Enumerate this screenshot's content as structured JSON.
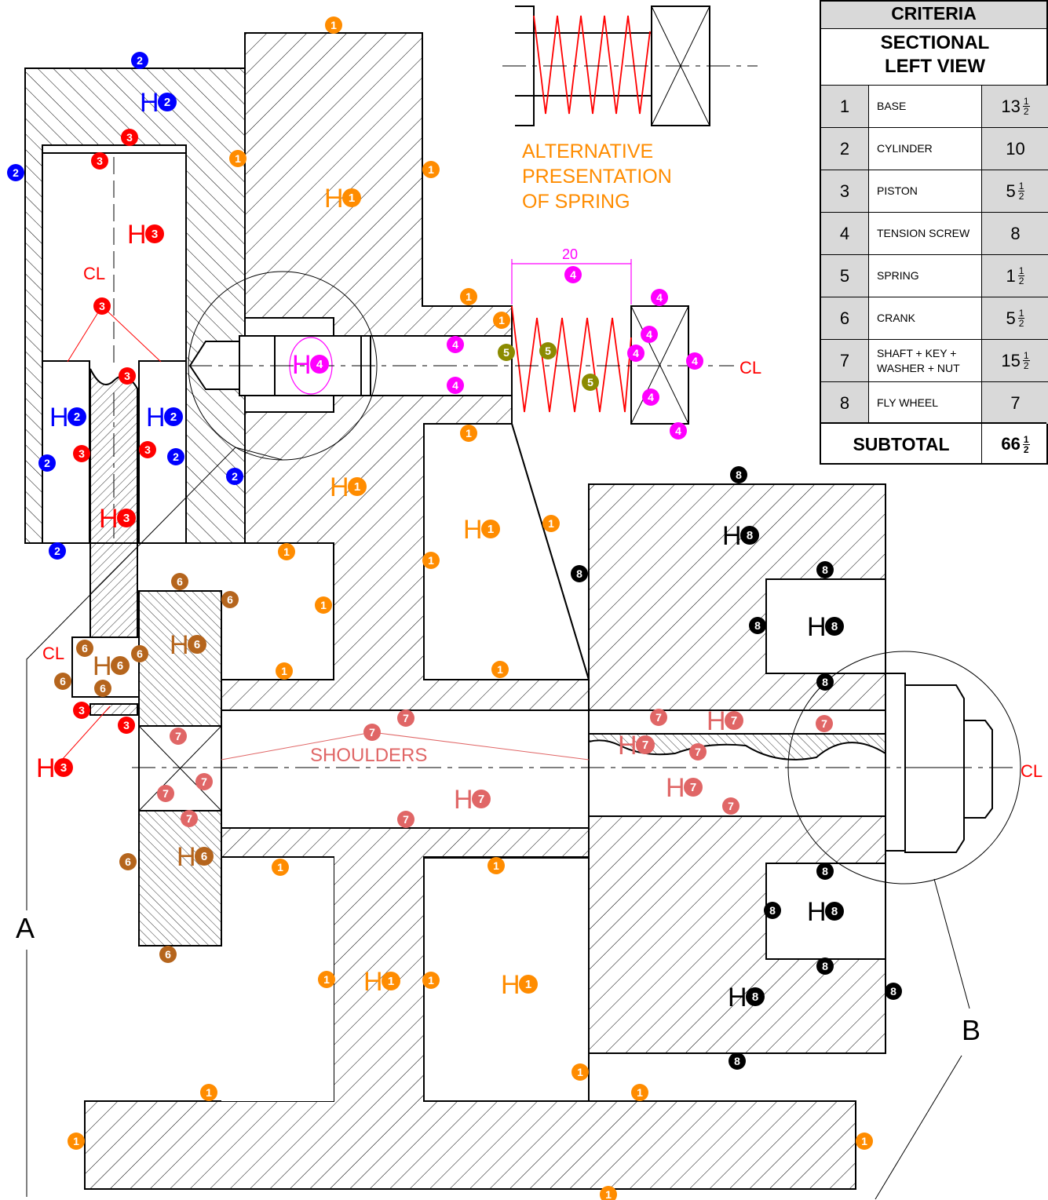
{
  "criteria": {
    "title": "CRITERIA",
    "subtitle": "SECTIONAL LEFT VIEW",
    "rows": [
      {
        "num": "1",
        "name": "BASE",
        "mark": "13",
        "frac_num": "1",
        "frac_den": "2"
      },
      {
        "num": "2",
        "name": "CYLINDER",
        "mark": "10",
        "frac_num": "",
        "frac_den": ""
      },
      {
        "num": "3",
        "name": "PISTON",
        "mark": "5",
        "frac_num": "1",
        "frac_den": "2"
      },
      {
        "num": "4",
        "name": "TENSION SCREW",
        "mark": "8",
        "frac_num": "",
        "frac_den": ""
      },
      {
        "num": "5",
        "name": "SPRING",
        "mark": "1",
        "frac_num": "1",
        "frac_den": "2"
      },
      {
        "num": "6",
        "name": "CRANK",
        "mark": "5",
        "frac_num": "1",
        "frac_den": "2"
      },
      {
        "num": "7",
        "name": "SHAFT + KEY + WASHER + NUT",
        "mark": "15",
        "frac_num": "1",
        "frac_den": "2"
      },
      {
        "num": "8",
        "name": "FLY WHEEL",
        "mark": "7",
        "frac_num": "",
        "frac_den": ""
      }
    ],
    "subtotal_label": "SUBTOTAL",
    "subtotal_value": "66",
    "subtotal_frac_num": "1",
    "subtotal_frac_den": "2"
  },
  "labels": {
    "alt_spring_1": "ALTERNATIVE",
    "alt_spring_2": "PRESENTATION",
    "alt_spring_3": "OF SPRING",
    "dimension": "20",
    "centre_line": "CL",
    "shoulders": "SHOULDERS",
    "detail_a": "A",
    "detail_b": "B",
    "hatch_prefix": "H"
  },
  "colors": {
    "base": "#ff8c00",
    "cylinder": "#0000ff",
    "piston": "#ff0000",
    "tension_screw": "#ff00ff",
    "spring": "#8b8b00",
    "crank": "#b5651d",
    "shaft": "#e06666",
    "flywheel": "#000000",
    "spring_drawing": "#ff0000"
  },
  "markers": {
    "base": "1",
    "cylinder": "2",
    "piston": "3",
    "tension_screw": "4",
    "spring": "5",
    "crank": "6",
    "shaft": "7",
    "flywheel": "8"
  }
}
